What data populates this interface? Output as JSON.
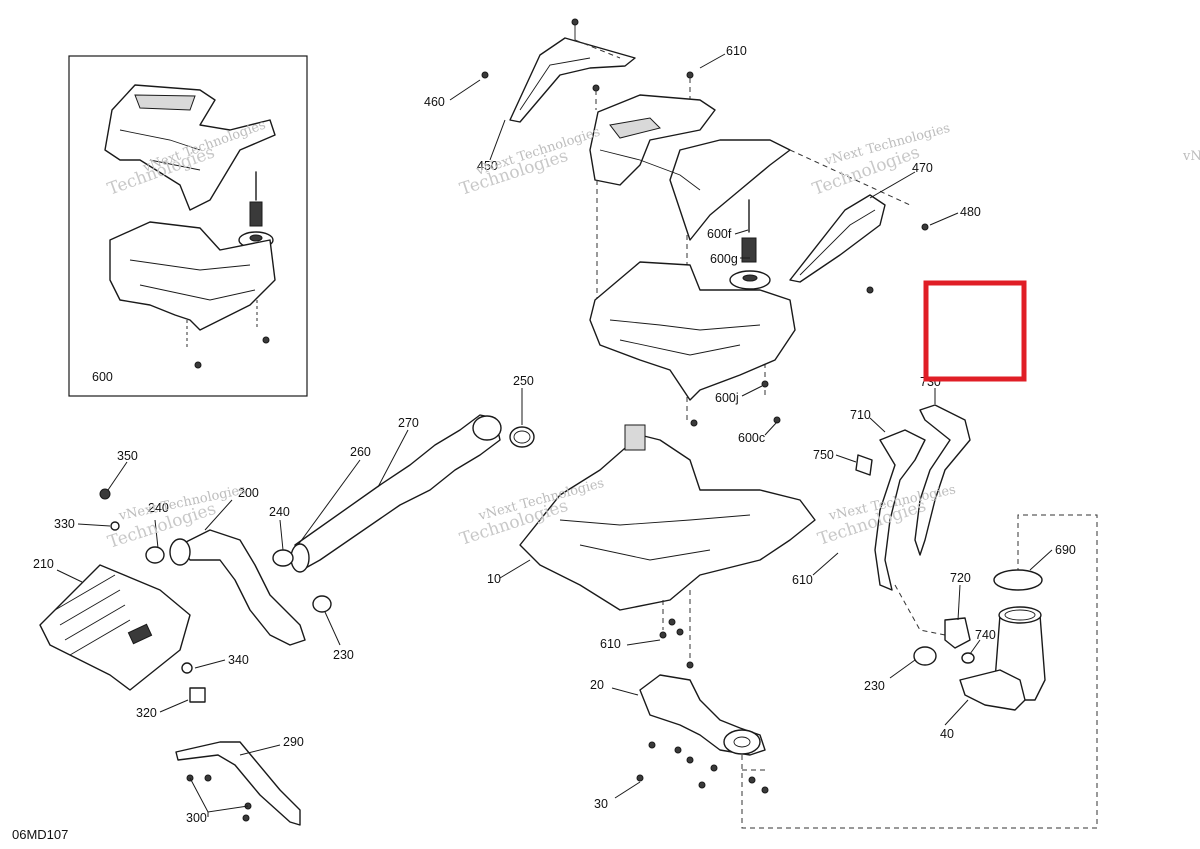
{
  "diagram": {
    "reference_code": "06MD107",
    "inset_label": "600",
    "watermark_line1": "vNext Technologies",
    "watermark_line2": "Technologies",
    "watermark_short": "vNext",
    "callouts": {
      "c610a": "610",
      "c460": "460",
      "c450": "450",
      "c470": "470",
      "c480": "480",
      "c600f": "600f",
      "c600g": "600g",
      "c600j": "600j",
      "c600c": "600c",
      "c730": "730",
      "c710": "710",
      "c750": "750",
      "c250": "250",
      "c270": "270",
      "c260": "260",
      "c350": "350",
      "c200": "200",
      "c240a": "240",
      "c240b": "240",
      "c330": "330",
      "c210": "210",
      "c230a": "230",
      "c340": "340",
      "c320": "320",
      "c290": "290",
      "c300": "300",
      "c10": "10",
      "c610b": "610",
      "c610c": "610",
      "c20": "20",
      "c30": "30",
      "c690": "690",
      "c720": "720",
      "c740": "740",
      "c230b": "230",
      "c40": "40"
    },
    "highlight_color": "#e01e26"
  }
}
